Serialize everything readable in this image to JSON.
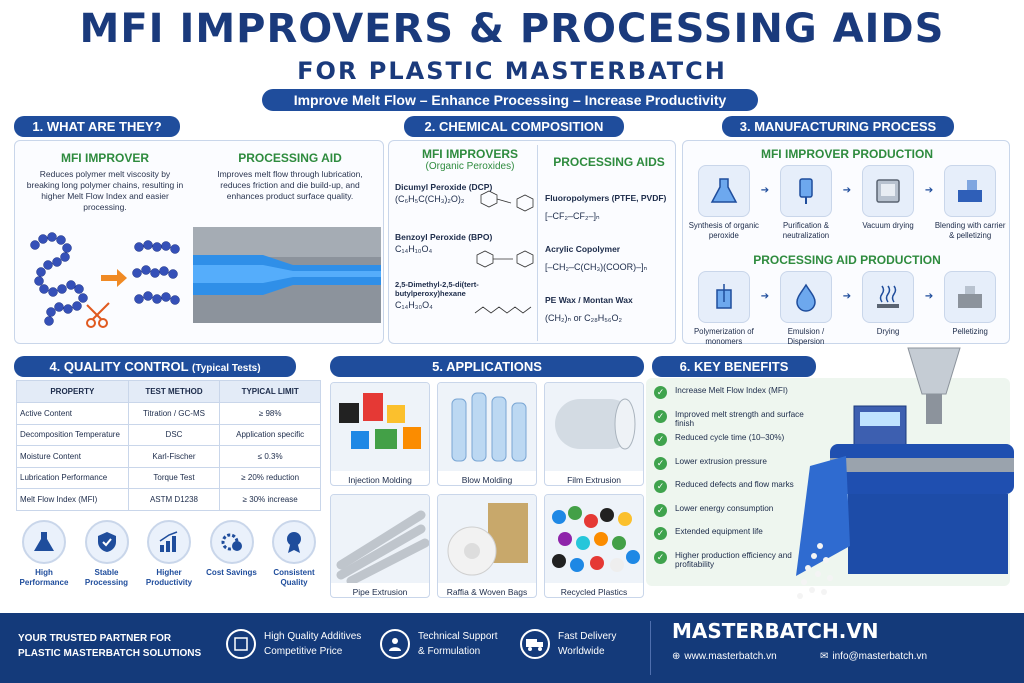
{
  "header": {
    "title": "MFI IMPROVERS & PROCESSING AIDS",
    "subtitle": "FOR PLASTIC MASTERBATCH",
    "tagline": "Improve Melt Flow – Enhance Processing – Increase Productivity"
  },
  "section1": {
    "heading": "1. WHAT ARE THEY?",
    "mfi_title": "MFI IMPROVER",
    "mfi_desc": "Reduces polymer melt viscosity by breaking long polymer chains, resulting in higher Melt Flow Index and easier processing.",
    "aid_title": "PROCESSING AID",
    "aid_desc": "Improves melt flow through lubrication, reduces friction and die build-up, and enhances product surface quality."
  },
  "section2": {
    "heading": "2. CHEMICAL COMPOSITION",
    "mfi_title": "MFI IMPROVERS",
    "mfi_sub": "(Organic Peroxides)",
    "mfi_items": [
      {
        "name": "Dicumyl Peroxide (DCP)",
        "formula": "(C₆H₅C(CH₃)₂O)₂"
      },
      {
        "name": "Benzoyl Peroxide (BPO)",
        "formula": "C₁₄H₁₀O₄"
      },
      {
        "name": "2,5-Dimethyl-2,5-di(tert-butylperoxy)hexane",
        "formula": "C₁₄H₃₀O₄"
      }
    ],
    "aid_title": "PROCESSING AIDS",
    "aid_items": [
      {
        "name": "Fluoropolymers (PTFE, PVDF)",
        "formula": "[–CF₂–CF₂–]ₙ"
      },
      {
        "name": "Acrylic Copolymer",
        "formula": "[–CH₂–C(CH₃)(COOR)–]ₙ"
      },
      {
        "name": "PE Wax / Montan Wax",
        "formula": "(CH₂)ₙ or C₂₈H₅₆O₂"
      }
    ]
  },
  "section3": {
    "heading": "3. MANUFACTURING PROCESS",
    "mfi_title": "MFI IMPROVER PRODUCTION",
    "mfi_steps": [
      "Synthesis of organic peroxide",
      "Purification & neutralization",
      "Vacuum drying",
      "Blending with carrier & pelletizing"
    ],
    "aid_title": "PROCESSING AID PRODUCTION",
    "aid_steps": [
      "Polymerization of monomers",
      "Emulsion / Dispersion",
      "Drying",
      "Pelletizing"
    ]
  },
  "section4": {
    "heading": "4. QUALITY CONTROL",
    "heading_note": "(Typical Tests)",
    "columns": [
      "PROPERTY",
      "TEST METHOD",
      "TYPICAL LIMIT"
    ],
    "rows": [
      [
        "Active Content",
        "Titration / GC-MS",
        "≥ 98%"
      ],
      [
        "Decomposition Temperature",
        "DSC",
        "Application specific"
      ],
      [
        "Moisture Content",
        "Karl-Fischer",
        "≤ 0.3%"
      ],
      [
        "Lubrication Performance",
        "Torque Test",
        "≥ 20% reduction"
      ],
      [
        "Melt Flow Index (MFI)",
        "ASTM D1238",
        "≥ 30% increase"
      ]
    ],
    "features": [
      "High Performance",
      "Stable Processing",
      "Higher Productivity",
      "Cost Savings",
      "Consistent Quality"
    ]
  },
  "section5": {
    "heading": "5. APPLICATIONS",
    "items": [
      "Injection Molding",
      "Blow Molding",
      "Film Extrusion",
      "Pipe Extrusion",
      "Raffia & Woven Bags",
      "Recycled Plastics"
    ]
  },
  "section6": {
    "heading": "6. KEY BENEFITS",
    "items": [
      "Increase Melt Flow Index (MFI)",
      "Improved melt strength and surface finish",
      "Reduced cycle time (10–30%)",
      "Lower extrusion pressure",
      "Reduced defects and flow marks",
      "Lower energy consumption",
      "Extended equipment life",
      "Higher production efficiency and profitability"
    ]
  },
  "footer": {
    "partner_line1": "YOUR TRUSTED PARTNER FOR",
    "partner_line2": "PLASTIC MASTERBATCH SOLUTIONS",
    "f1_line1": "High Quality Additives",
    "f1_line2": "Competitive Price",
    "f2_line1": "Technical Support",
    "f2_line2": "& Formulation",
    "f3_line1": "Fast Delivery",
    "f3_line2": "Worldwide",
    "brand": "MASTERBATCH.VN",
    "website": "www.masterbatch.vn",
    "email": "info@masterbatch.vn"
  },
  "colors": {
    "navy": "#1f4d9c",
    "green": "#2e8b3e",
    "footer": "#143a7a"
  }
}
